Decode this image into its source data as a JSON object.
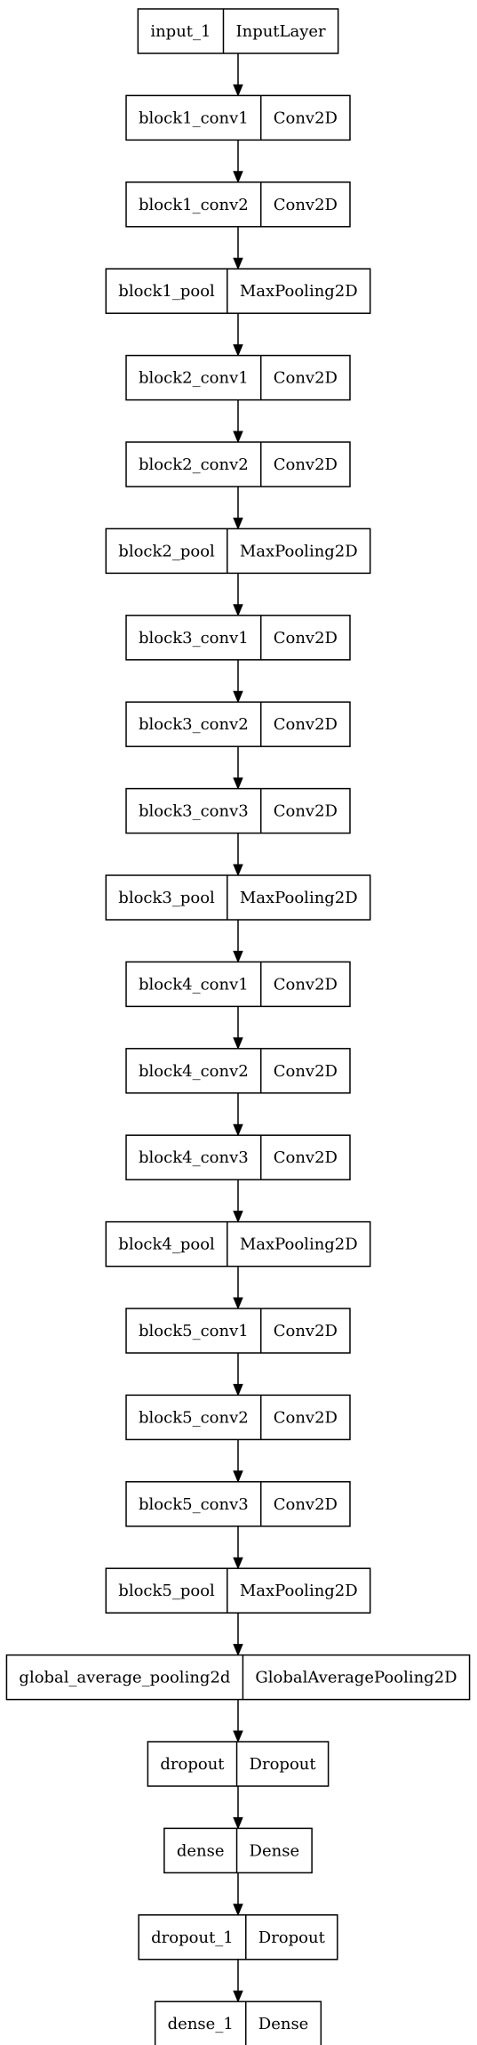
{
  "diagram": {
    "layers": [
      {
        "name": "input_1",
        "type": "InputLayer"
      },
      {
        "name": "block1_conv1",
        "type": "Conv2D"
      },
      {
        "name": "block1_conv2",
        "type": "Conv2D"
      },
      {
        "name": "block1_pool",
        "type": "MaxPooling2D"
      },
      {
        "name": "block2_conv1",
        "type": "Conv2D"
      },
      {
        "name": "block2_conv2",
        "type": "Conv2D"
      },
      {
        "name": "block2_pool",
        "type": "MaxPooling2D"
      },
      {
        "name": "block3_conv1",
        "type": "Conv2D"
      },
      {
        "name": "block3_conv2",
        "type": "Conv2D"
      },
      {
        "name": "block3_conv3",
        "type": "Conv2D"
      },
      {
        "name": "block3_pool",
        "type": "MaxPooling2D"
      },
      {
        "name": "block4_conv1",
        "type": "Conv2D"
      },
      {
        "name": "block4_conv2",
        "type": "Conv2D"
      },
      {
        "name": "block4_conv3",
        "type": "Conv2D"
      },
      {
        "name": "block4_pool",
        "type": "MaxPooling2D"
      },
      {
        "name": "block5_conv1",
        "type": "Conv2D"
      },
      {
        "name": "block5_conv2",
        "type": "Conv2D"
      },
      {
        "name": "block5_conv3",
        "type": "Conv2D"
      },
      {
        "name": "block5_pool",
        "type": "MaxPooling2D"
      },
      {
        "name": "global_average_pooling2d",
        "type": "GlobalAveragePooling2D"
      },
      {
        "name": "dropout",
        "type": "Dropout"
      },
      {
        "name": "dense",
        "type": "Dense"
      },
      {
        "name": "dropout_1",
        "type": "Dropout"
      },
      {
        "name": "dense_1",
        "type": "Dense"
      }
    ]
  }
}
